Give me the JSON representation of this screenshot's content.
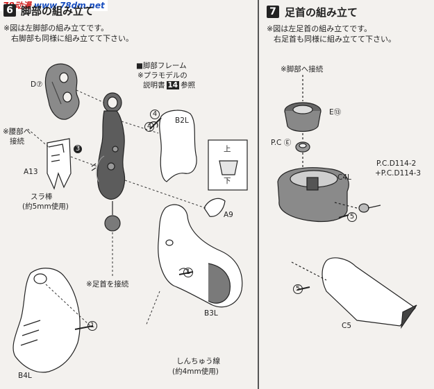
{
  "watermark": {
    "brand": "78动漫",
    "url": "www.78dm.net"
  },
  "left": {
    "step_number": "6",
    "title": "脚部の組み立て",
    "note1": "※図は左脚部の組み立てです。",
    "note2": "右脚部も同様に組み立てて下さい。",
    "frame_label1": "■脚部フレーム",
    "frame_label2": "※プラモデルの",
    "frame_label3_pre": "説明書",
    "frame_label3_num": "14",
    "frame_label3_post": "参照",
    "d7": "D⑦",
    "waist1": "※腰部へ",
    "waist2": "接続",
    "b2l": "B2L",
    "a13": "A13",
    "rod1": "スラ棒",
    "rod2": "(約5mm使用)",
    "a9": "A9",
    "up": "上",
    "down": "下",
    "ankle_connect": "※足首を接続",
    "b3l": "B3L",
    "wire1": "しんちゅう線",
    "wire2": "(約4mm使用)",
    "b4l": "B4L",
    "num1": "1",
    "num3": "3",
    "num4": "4"
  },
  "right": {
    "step_number": "7",
    "title": "足首の組み立て",
    "note1": "※図は左足首の組み立てです。",
    "note2": "右足首も同様に組み立てて下さい。",
    "leg_connect": "※脚部へ接続",
    "e13": "E⑬",
    "pce": "P.C Ⓔ",
    "pcd1": "P.C.D114-2",
    "pcd2": "+P.C.D114-3",
    "c4l": "C4L",
    "c5": "C5",
    "num5": "5"
  }
}
